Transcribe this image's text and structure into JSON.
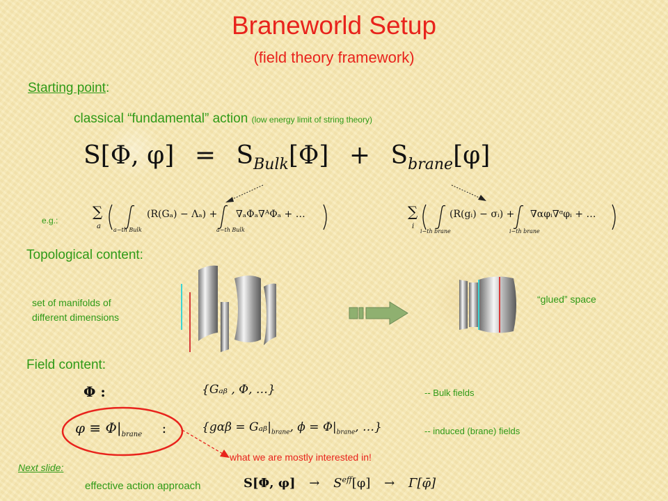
{
  "title": "Braneworld Setup",
  "subtitle": "(field theory framework)",
  "starting_point": {
    "label": "Starting point",
    "colon": ":"
  },
  "classical": {
    "text": "classical “fundamental” action",
    "note": "(low energy limit of string theory)"
  },
  "main_equation": {
    "lhs": "S[Φ, φ]",
    "eq": "=",
    "bulk_S": "S",
    "bulk_sub": "Bulk",
    "bulk_arg": "[Φ]",
    "plus": "+",
    "brane_S": "S",
    "brane_sub": "brane",
    "brane_arg": "[φ]"
  },
  "eg": "e.g.:",
  "bulk_example": {
    "sum": "∑",
    "sum_idx": "a",
    "term1": "(R(Gₐ) − Λₐ) +",
    "int_sub1": "a−th Bulk",
    "term2": "∇ₐΦₐ∇ᴬΦₐ + …",
    "int_sub2": "a−th Bulk"
  },
  "brane_example": {
    "sum": "∑",
    "sum_idx": "i",
    "term1": "(R(gᵢ) − σᵢ) +",
    "int_sub1": "i−th brane",
    "term2": "∇αφᵢ∇ᵅφᵢ + …",
    "int_sub2": "i−th brane"
  },
  "topological": {
    "label": "Topological content:",
    "manifolds_line1": "set of manifolds of",
    "manifolds_line2": "different dimensions",
    "glued": "“glued” space"
  },
  "field": {
    "label": "Field content:",
    "phi_def": "Φ :",
    "bulk_set": "{Gₐᵦ ,  Φ,  …}",
    "bulk_note": "-- Bulk fields",
    "varphi_def": "φ ≡ Φ|",
    "varphi_sub": "brane",
    "varphi_colon": ":",
    "brane_set_a": "{gαβ = Gₐᵦ|",
    "brane_set_sub1": "brane",
    "brane_set_b": ",   ϕ = Φ|",
    "brane_set_sub2": "brane",
    "brane_set_c": ",   …}",
    "brane_note": "-- induced (brane) fields",
    "interest": "what we are mostly interested in!"
  },
  "next": {
    "label": "Next slide:",
    "approach": "effective action approach",
    "chain_a": "S[Φ, φ]",
    "arrow1": "→",
    "chain_b": "S",
    "chain_b_sup": "eff",
    "chain_b_arg": "[φ]",
    "arrow2": "→",
    "chain_c": "Γ[φ̄]"
  },
  "colors": {
    "title": "#e8231c",
    "green_text": "#2f9a17",
    "arrow_fill": "#8fb070",
    "cyan_line": "#3bd4d4",
    "red_line": "#d63a3a"
  }
}
